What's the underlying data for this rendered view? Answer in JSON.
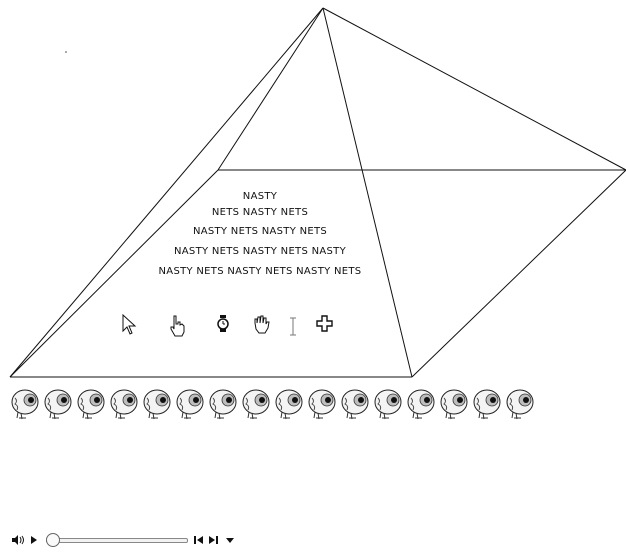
{
  "pyramid": {
    "text_lines": [
      "NASTY",
      "NETS NASTY NETS",
      "NASTY NETS NASTY NETS",
      "NASTY NETS NASTY NETS NASTY",
      "NASTY NETS NASTY NETS NASTY NETS"
    ]
  },
  "cursors": [
    "arrow-cursor-icon",
    "pointer-hand-cursor-icon",
    "watch-cursor-icon",
    "grab-hand-cursor-icon",
    "text-beam-cursor-icon",
    "crosshair-plus-cursor-icon"
  ],
  "eyes": {
    "count": 16,
    "icon": "eyeball-icon"
  },
  "media_controls": {
    "volume_icon": "speaker-volume-icon",
    "play_icon": "play-icon",
    "position": 0.0,
    "step_back_icon": "step-back-icon",
    "step_forward_icon": "step-forward-icon",
    "menu_icon": "dropdown-menu-icon"
  }
}
